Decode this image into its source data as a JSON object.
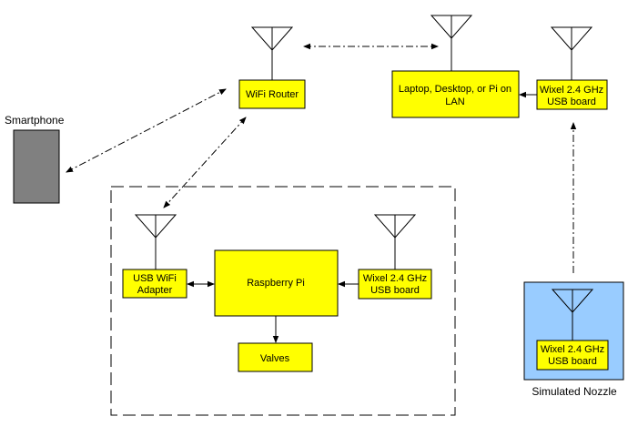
{
  "colors": {
    "box_fill": "#ffff00",
    "nozzle_fill": "#99ccff",
    "phone_fill": "#808080",
    "line": "#000000"
  },
  "labels": {
    "smartphone": "Smartphone",
    "wifi_router": "WiFi Router",
    "lan_computer_line1": "Laptop, Desktop, or Pi on",
    "lan_computer_line2": "LAN",
    "wixel_lan_line1": "Wixel 2.4 GHz",
    "wixel_lan_line2": "USB board",
    "usb_wifi_line1": "USB WiFi",
    "usb_wifi_line2": "Adapter",
    "raspberry_pi": "Raspberry Pi",
    "wixel_pi_line1": "Wixel 2.4 GHz",
    "wixel_pi_line2": "USB board",
    "valves": "Valves",
    "wixel_nozzle_line1": "Wixel 2.4 GHz",
    "wixel_nozzle_line2": "USB board",
    "simulated_nozzle": "Simulated Nozzle"
  },
  "icons": {
    "antenna": "antenna-icon"
  }
}
